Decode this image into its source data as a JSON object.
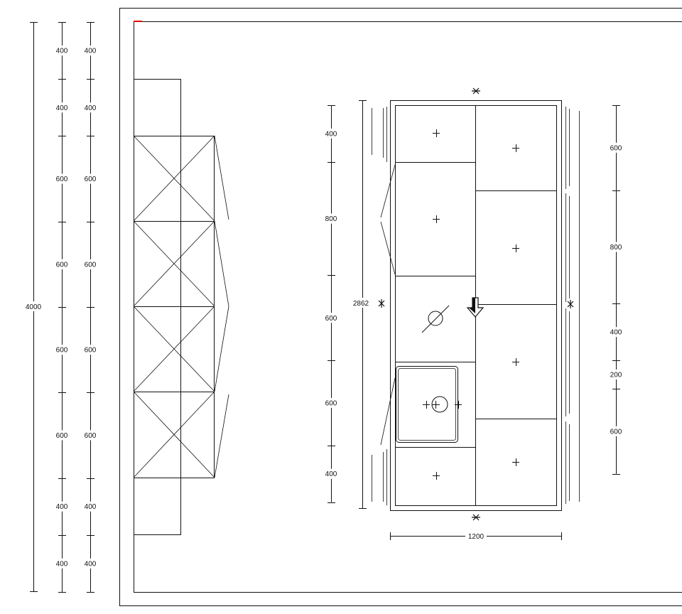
{
  "colors": {
    "line": "#111111",
    "background": "#ffffff",
    "origin_marker": "#e00000"
  },
  "left_chain_a": [
    "400",
    "400",
    "600",
    "600",
    "600",
    "600",
    "400",
    "400"
  ],
  "left_chain_b": [
    "400",
    "400",
    "600",
    "600",
    "600",
    "600",
    "400",
    "400"
  ],
  "total_height_label": "4000",
  "cabinet_chain": [
    "400",
    "800",
    "600",
    "600",
    "400"
  ],
  "cabinet_total_label": "2862",
  "right_chain": [
    "600",
    "800",
    "400",
    "200",
    "600"
  ],
  "width_label": "1200",
  "icons": {
    "section_marker": "section-marker-icon",
    "direction_arrow": "down-arrow-icon",
    "hob": "hob-symbol-icon",
    "sink": "sink-symbol-icon"
  }
}
